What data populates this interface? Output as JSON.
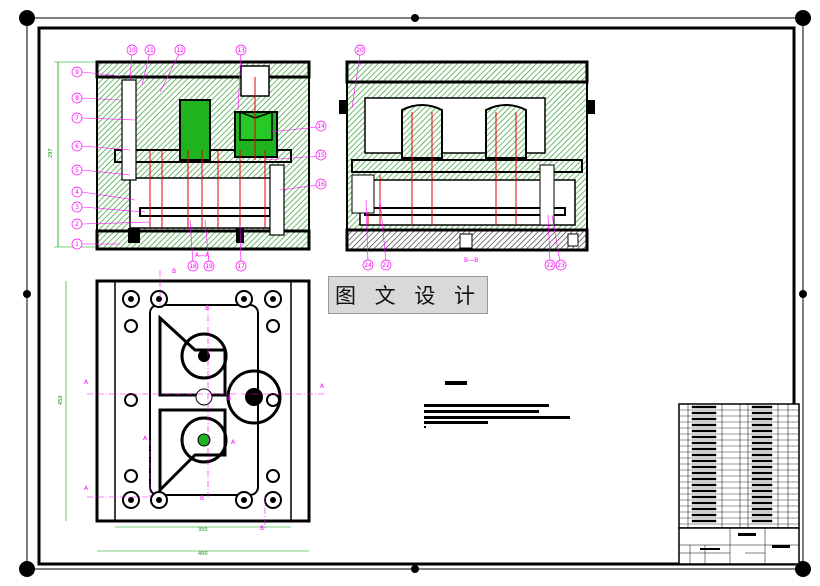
{
  "stamp": {
    "text": "图 文 设 计"
  },
  "section_labels": {
    "aa": "A—A",
    "bb": "B—B",
    "a": "A",
    "b": "B"
  },
  "balloons_left": [
    "1",
    "2",
    "3",
    "4",
    "5",
    "6",
    "7",
    "8",
    "9"
  ],
  "balloons_top": [
    "10",
    "11",
    "12",
    "13"
  ],
  "balloons_right": [
    "14",
    "15",
    "16"
  ],
  "balloons_bottom_left": [
    "18",
    "19",
    "17"
  ],
  "balloons_bb": {
    "top": "20",
    "bottom": [
      "24",
      "22",
      "22",
      "23"
    ]
  },
  "dimensions": {
    "height_total": "297",
    "width_plate": "450",
    "width_inner": "350",
    "width_total": "400"
  },
  "colors": {
    "outline": "#000000",
    "hatch": "#2e9e2e",
    "cavity": "#1fb31f",
    "red": "#e00000",
    "magenta": "#ff00ff",
    "dim": "#00a000"
  }
}
